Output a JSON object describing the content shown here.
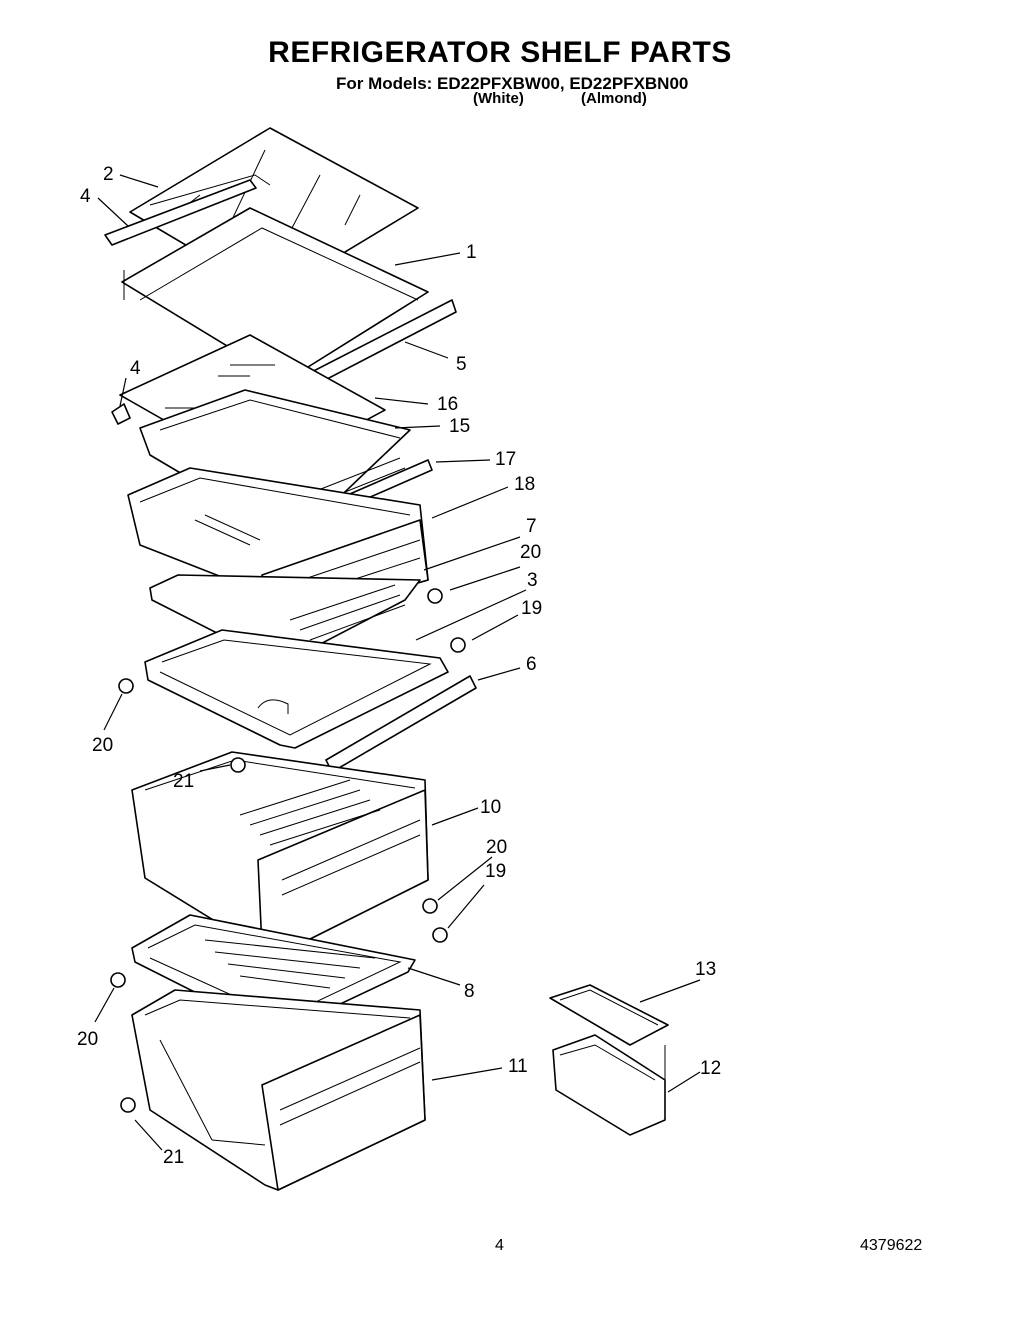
{
  "header": {
    "title": "REFRIGERATOR SHELF PARTS",
    "subtitle": "For Models: ED22PFXBW00, ED22PFXBN00",
    "variant_white": "(White)",
    "variant_almond": "(Almond)"
  },
  "callouts": {
    "c1": "1",
    "c2": "2",
    "c3": "3",
    "c4a": "4",
    "c4b": "4",
    "c5": "5",
    "c6": "6",
    "c7": "7",
    "c8": "8",
    "c10": "10",
    "c11": "11",
    "c12": "12",
    "c13": "13",
    "c15": "15",
    "c16": "16",
    "c17": "17",
    "c18": "18",
    "c19a": "19",
    "c19b": "19",
    "c20a": "20",
    "c20b": "20",
    "c20c": "20",
    "c20d": "20",
    "c21a": "21",
    "c21b": "21"
  },
  "footer": {
    "page_number": "4",
    "doc_number": "4379622"
  }
}
